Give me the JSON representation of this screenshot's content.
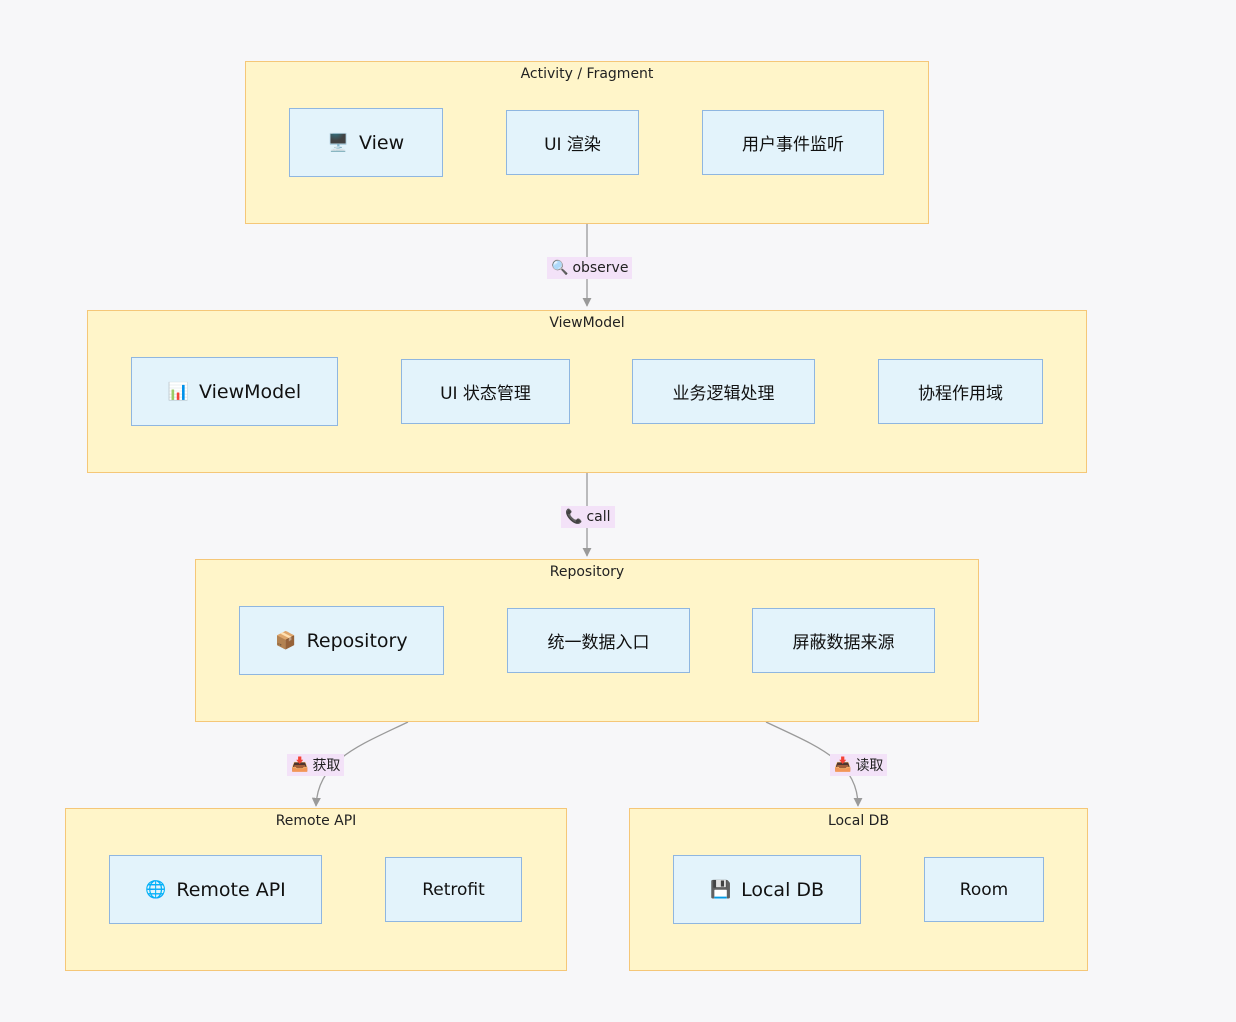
{
  "groups": {
    "activity": {
      "title": "Activity / Fragment"
    },
    "viewmodel": {
      "title": "ViewModel"
    },
    "repository": {
      "title": "Repository"
    },
    "remote": {
      "title": "Remote API"
    },
    "local": {
      "title": "Local DB"
    }
  },
  "nodes": {
    "view": {
      "icon": "🖥️",
      "label": "View"
    },
    "ui_render": {
      "label": "UI 渲染"
    },
    "user_events": {
      "label": "用户事件监听"
    },
    "viewmodel": {
      "icon": "📊",
      "label": "ViewModel"
    },
    "ui_state": {
      "label": "UI 状态管理"
    },
    "business_logic": {
      "label": "业务逻辑处理"
    },
    "coroutine_scope": {
      "label": "协程作用域"
    },
    "repository": {
      "icon": "📦",
      "label": "Repository"
    },
    "unified_entry": {
      "label": "统一数据入口"
    },
    "hide_source": {
      "label": "屏蔽数据来源"
    },
    "remote_api": {
      "icon": "🌐",
      "label": "Remote API"
    },
    "retrofit": {
      "label": "Retrofit"
    },
    "local_db": {
      "icon": "💾",
      "label": "Local DB"
    },
    "room": {
      "label": "Room"
    }
  },
  "edges": {
    "observe": {
      "icon": "🔍",
      "label": "observe"
    },
    "call": {
      "icon": "📞",
      "label": "call"
    },
    "fetch": {
      "icon": "📥",
      "label": "获取"
    },
    "read": {
      "icon": "📥",
      "label": "读取"
    }
  },
  "colors": {
    "group_fill": "#fff5c9",
    "group_border": "#f5c778",
    "node_fill": "#e3f3fb",
    "node_border": "#8fb6e0",
    "edge_label_fill": "#f3e2f8",
    "edge_color": "#9a9a9a"
  }
}
